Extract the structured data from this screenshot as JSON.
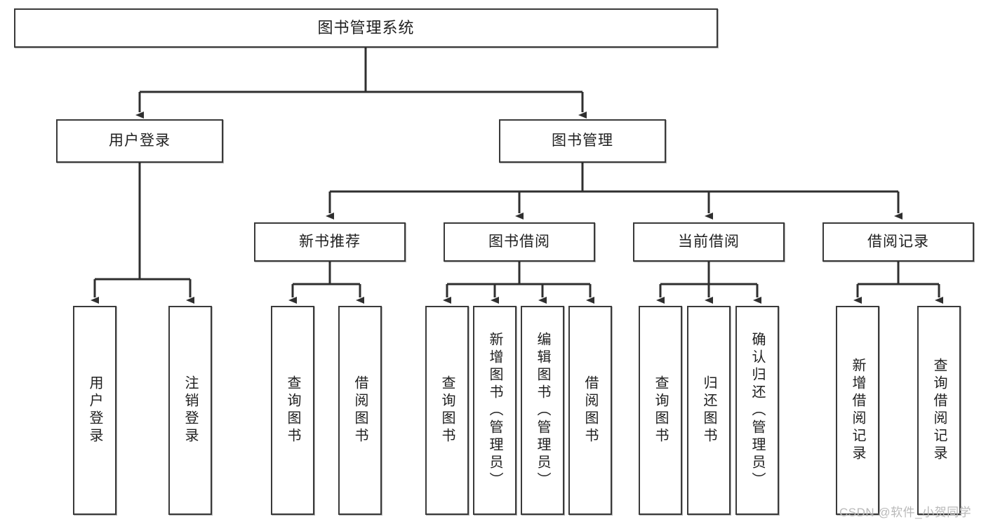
{
  "diagram": {
    "title": "图书管理系统",
    "type": "hierarchy-tree",
    "background_color": "#ffffff",
    "box_border_color": "#3a3a3a",
    "text_color": "#1f1f1f",
    "watermark": "CSDN @软件_小贺同学",
    "watermark_color": "#b9b9b9",
    "levels": {
      "root": {
        "label": "图书管理系统"
      },
      "level2": [
        {
          "id": "user-login",
          "label": "用户登录"
        },
        {
          "id": "book-manage",
          "label": "图书管理"
        }
      ],
      "level3": [
        {
          "id": "new-book-recommend",
          "label": "新书推荐",
          "parent": "book-manage"
        },
        {
          "id": "book-borrow",
          "label": "图书借阅",
          "parent": "book-manage"
        },
        {
          "id": "current-borrow",
          "label": "当前借阅",
          "parent": "book-manage"
        },
        {
          "id": "borrow-record",
          "label": "借阅记录",
          "parent": "book-manage"
        }
      ],
      "leaves": [
        {
          "id": "leaf-user-login",
          "label": "用户登录",
          "parent": "user-login"
        },
        {
          "id": "leaf-logout-login",
          "label": "注销登录",
          "parent": "user-login"
        },
        {
          "id": "leaf-query-book-1",
          "label": "查询图书",
          "parent": "new-book-recommend"
        },
        {
          "id": "leaf-borrow-book-1",
          "label": "借阅图书",
          "parent": "new-book-recommend"
        },
        {
          "id": "leaf-query-book-2",
          "label": "查询图书",
          "parent": "book-borrow"
        },
        {
          "id": "leaf-add-book",
          "label": "新增图书（管理员）",
          "parent": "book-borrow"
        },
        {
          "id": "leaf-edit-book",
          "label": "编辑图书（管理员）",
          "parent": "book-borrow"
        },
        {
          "id": "leaf-borrow-book-2",
          "label": "借阅图书",
          "parent": "book-borrow"
        },
        {
          "id": "leaf-query-book-3",
          "label": "查询图书",
          "parent": "current-borrow"
        },
        {
          "id": "leaf-return-book",
          "label": "归还图书",
          "parent": "current-borrow"
        },
        {
          "id": "leaf-confirm-return",
          "label": "确认归还（管理员）",
          "parent": "current-borrow"
        },
        {
          "id": "leaf-add-record",
          "label": "新增借阅记录",
          "parent": "borrow-record"
        },
        {
          "id": "leaf-query-record",
          "label": "查询借阅记录",
          "parent": "borrow-record"
        }
      ]
    }
  }
}
